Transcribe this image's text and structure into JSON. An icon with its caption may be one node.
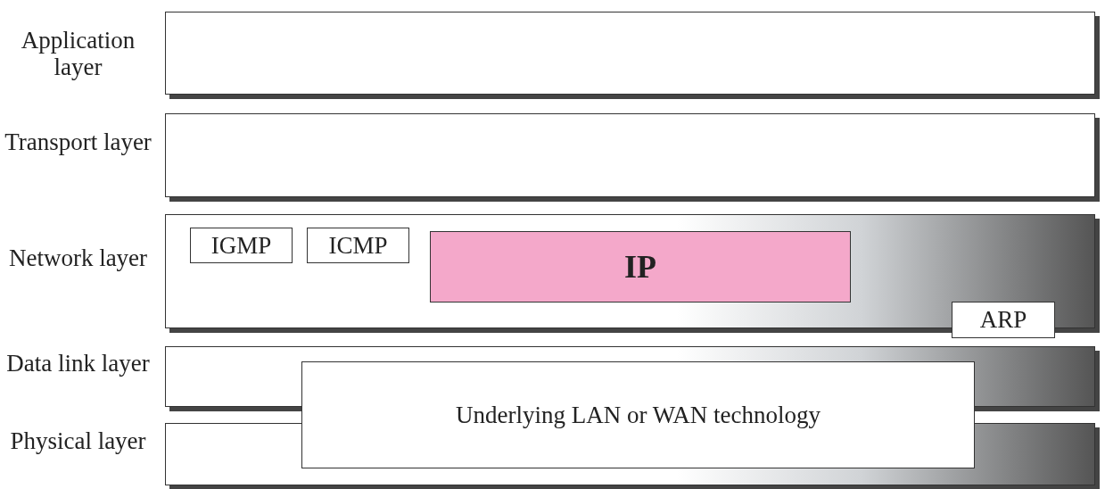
{
  "diagram": {
    "nodes": [
      {
        "text": [
          "Application layer"
        ]
      },
      {
        "text": [
          "Transport layer"
        ]
      },
      {
        "text": [
          "Network layer"
        ]
      },
      {
        "text": [
          "IGMP"
        ],
        "in": 2
      },
      {
        "text": [
          "ICMP"
        ],
        "in": 2
      },
      {
        "text": [
          "IP"
        ],
        "in": 2
      },
      {
        "text": [
          "ARP"
        ],
        "in": 2
      },
      {
        "text": [
          "Data link layer"
        ]
      },
      {
        "text": [
          "Physical layer"
        ]
      },
      {
        "text": [
          "Underlying LAN or WAN technology"
        ]
      }
    ]
  }
}
